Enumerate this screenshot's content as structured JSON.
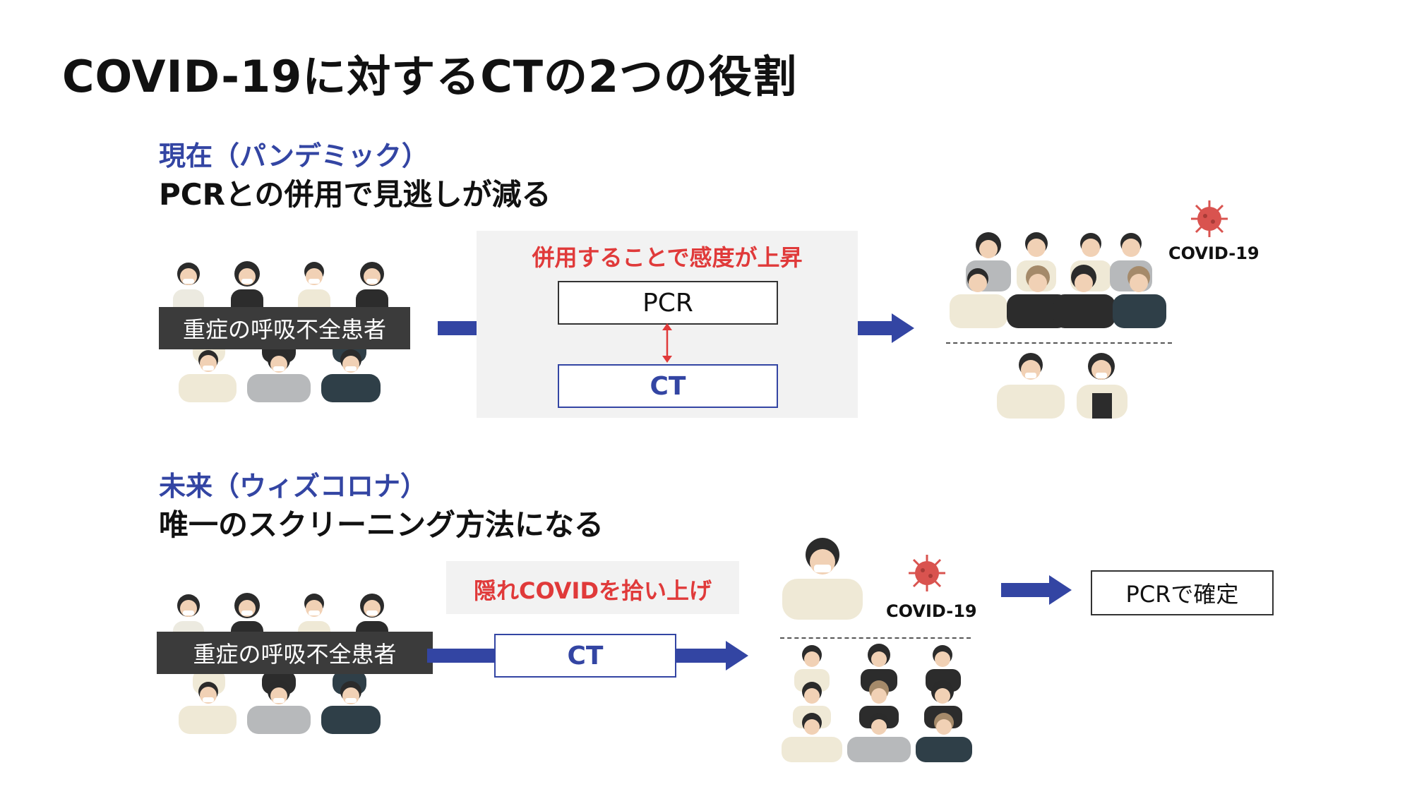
{
  "title": "COVID-19に対するCTの2つの役割",
  "section_present": {
    "label": "現在（パンデミック）",
    "heading": "PCRとの併用で見逃しが減る",
    "crowd_label": "重症の呼吸不全患者",
    "panel_caption": "併用することで感度が上昇",
    "pcr_box": "PCR",
    "ct_box": "CT",
    "virus_label": "COVID-19"
  },
  "section_future": {
    "label": "未来（ウィズコロナ）",
    "heading": "唯一のスクリーニング方法になる",
    "crowd_label": "重症の呼吸不全患者",
    "panel_caption": "隠れCOVIDを拾い上げ",
    "ct_box": "CT",
    "virus_label": "COVID-19",
    "result_box": "PCRで確定"
  },
  "colors": {
    "accent_blue": "#3345a3",
    "accent_red": "#e03a3a",
    "label_bg": "#3b3b3b",
    "panel_bg": "#f2f2f2",
    "virus": "#d9534f"
  },
  "icons": [
    "person-icon",
    "virus-icon",
    "arrow-right-icon",
    "double-arrow-icon"
  ]
}
